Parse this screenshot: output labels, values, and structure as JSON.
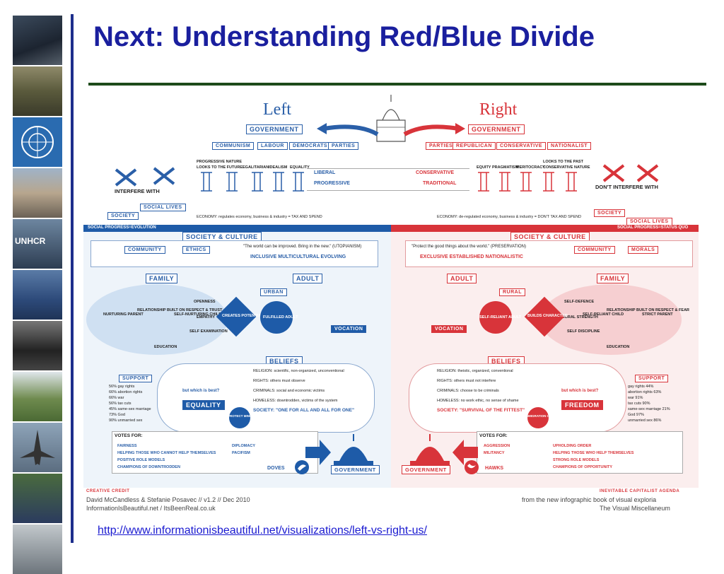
{
  "slide": {
    "title": "Next: Understanding Red/Blue Divide",
    "url": "http://www.informationisbeautiful.net/visualizations/left-vs-right-us/"
  },
  "photo_strip": {
    "label_unhcr": "UNHCR"
  },
  "infographic": {
    "left_heading": "Left",
    "right_heading": "Right",
    "left_government": "GOVERNMENT",
    "right_government": "GOVERNMENT",
    "left_parties": [
      "COMMUNISM",
      "LABOUR",
      "DEMOCRATS",
      "PARTIES"
    ],
    "right_parties": [
      "PARTIES",
      "REPUBLICAN",
      "CONSERVATIVE",
      "NATIONALIST"
    ],
    "left_values": [
      "PROGRESSIVE NATURE",
      "LOOKS TO THE FUTURE",
      "EGALITARIAN",
      "IDEALISM",
      "EQUALITY"
    ],
    "right_values": [
      "EQUITY",
      "PRAGMATISM",
      "MERITOCRACY",
      "LOOKS TO THE PAST",
      "CONSERVATIVE NATURE"
    ],
    "liberal": "LIBERAL",
    "progressive": "PROGRESSIVE",
    "conservative": "CONSERVATIVE",
    "traditional": "TRADITIONAL",
    "interfere_with": "INTERFERE WITH",
    "dont_interfere_with": "DON'T INTERFERE WITH",
    "society": "SOCIETY",
    "social_lives": "SOCIAL LIVES",
    "left_economy": "ECONOMY: regulates economy, business & industry = TAX AND SPEND",
    "right_economy": "ECONOMY: de-regulated economy, business & industry = DON'T TAX AND SPEND",
    "left_progress": "SOCIAL PROGRESS=EVOLUTION",
    "right_progress": "SOCIAL PROGRESS=STATUS QUO",
    "society_culture": "SOCIETY & CULTURE",
    "left_community": "COMMUNITY",
    "left_ethics": "ETHICS",
    "right_community": "COMMUNITY",
    "right_morals": "MORALS",
    "left_quote": "\"The world can be improved. Bring in the new.\" (UTOPIANISM)",
    "right_quote": "\"Protect the good things about the world.\" (PRESERVATION)",
    "left_tagline": "INCLUSIVE  MULTICULTURAL  EVOLVING",
    "right_tagline": "EXCLUSIVE  ESTABLISHED  NATIONALISTIC",
    "family": "FAMILY",
    "adult": "ADULT",
    "urban": "URBAN",
    "rural": "RURAL",
    "beliefs": "BELIEFS",
    "left_family_nodes": [
      "NURTURING PARENT",
      "RELATIONSHIP BUILT ON RESPECT & TRUST",
      "SELF-NURTURING CHILD",
      "OPENNESS",
      "EMPATHY",
      "SELF EXAMINATION",
      "CREATES POTENTIAL",
      "EDUCATION"
    ],
    "right_family_nodes": [
      "STRICT PARENT",
      "RELATIONSHIP BUILT ON RESPECT & FEAR",
      "SELF-RELIANT CHILD",
      "SELF-DEFENCE",
      "MORAL STRENGTH",
      "SELF DISCIPLINE",
      "BUILDS CHARACTER",
      "EDUCATION"
    ],
    "left_adult_node": "FULFILLED ADULT",
    "right_adult_node": "SELF-RELIANT ADULT",
    "vocation": "VOCATION",
    "left_beliefs": [
      "RELIGION: scientific, non-organized, unconventional",
      "RIGHTS: others must observe",
      "CRIMINALS: social and economic victims",
      "HOMELESS: downtrodden, victims of the system",
      "SOCIETY: \"ONE FOR ALL AND ALL FOR ONE\""
    ],
    "right_beliefs": [
      "RELIGION: theistic, organized, conventional",
      "RIGHTS: others must not interfere",
      "CRIMINALS: choose to be criminals",
      "HOMELESS: no work ethic, no sense of shame",
      "SOCIETY: \"SURVIVAL OF THE FITTEST\""
    ],
    "left_equality": "EQUALITY",
    "right_freedom": "FREEDOM",
    "which_is_best": "but which is best?",
    "protect_minorities": "PROTECT MINORITIES",
    "immigration_control": "IMMIGRATION CONTROL",
    "support": "SUPPORT",
    "left_support": [
      "56% gay rights",
      "66% abortion rights",
      "66% war",
      "56% tax cuts",
      "45% same-sex marriage",
      "73% God",
      "90% unmarried sex"
    ],
    "right_support": [
      "gay rights 44%",
      "abortion rights 63%",
      "war 91%",
      "tax cuts 90%",
      "same-sex marriage 21%",
      "God 97%",
      "unmarried sex 86%"
    ],
    "votes_for": "VOTES FOR:",
    "left_votes": [
      "FAIRNESS",
      "HELPING THOSE WHO CANNOT HELP THEMSELVES",
      "POSITIVE ROLE MODELS",
      "CHAMPIONS OF DOWNTRODDEN",
      "DIPLOMACY",
      "PACIFISM"
    ],
    "right_votes": [
      "AGGRESSION",
      "MILITANCY",
      "UPHOLDING ORDER",
      "HELPING THOSE WHO HELP THEMSELVES",
      "STRONG ROLE MODELS",
      "CHAMPIONS OF OPPORTUNITY"
    ],
    "doves": "DOVES",
    "hawks": "HAWKS",
    "credit_heading": "CREATIVE CREDIT",
    "credit_line1": "David McCandless & Stefanie Posavec // v1.2 // Dec 2010",
    "credit_line2": "InformationIsBeautiful.net / ItsBeenReal.co.uk",
    "agenda_heading": "INEVITABLE CAPITALIST AGENDA",
    "agenda_line1": "from the new infographic book of visual exploria",
    "agenda_line2": "The Visual Miscellaneum",
    "colors": {
      "left": "#2a5fa8",
      "right": "#d8343a",
      "title": "#1a1f9e"
    }
  }
}
